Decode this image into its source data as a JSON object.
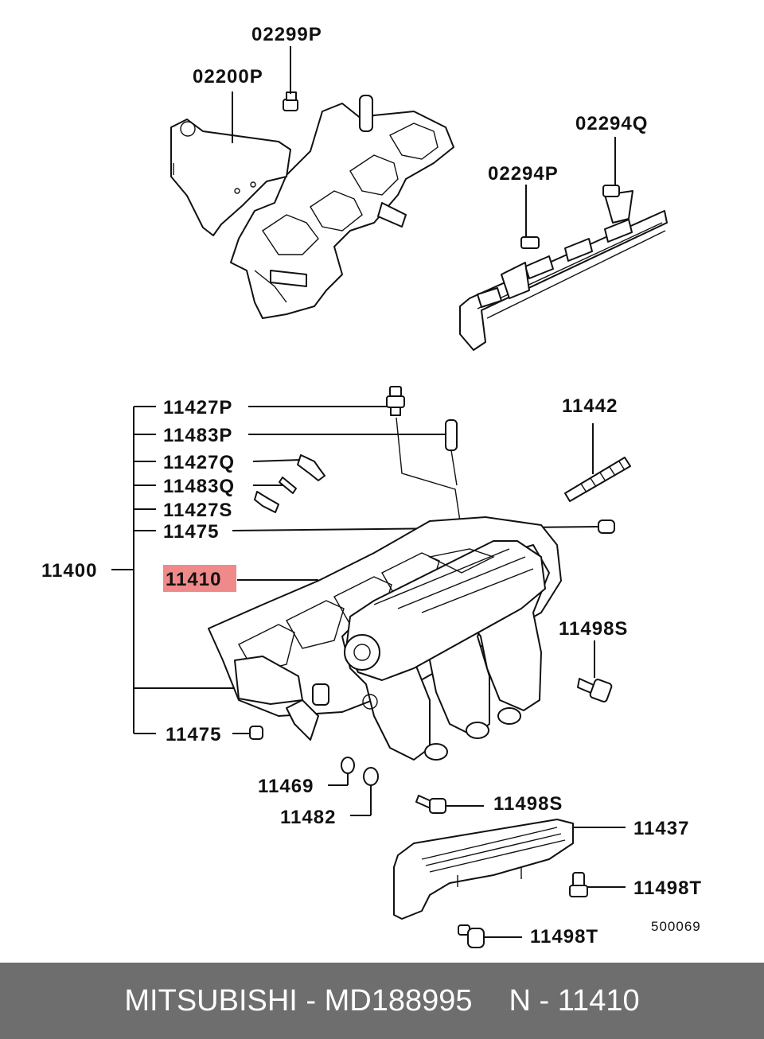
{
  "labels": {
    "l02299P": "02299P",
    "l02200P": "02200P",
    "l02294Q": "02294Q",
    "l02294P": "02294P",
    "l11427P": "11427P",
    "l11483P": "11483P",
    "l11427Q": "11427Q",
    "l11483Q": "11483Q",
    "l11427S": "11427S",
    "l11475a": "11475",
    "l11400": "11400",
    "l11410": "11410",
    "l11442": "11442",
    "l11498Sa": "11498S",
    "l11475b": "11475",
    "l11469": "11469",
    "l11482": "11482",
    "l11498Sb": "11498S",
    "l11437": "11437",
    "l11498Ta": "11498T",
    "l11498Tb": "11498T"
  },
  "diagram_code": "500069",
  "highlight_color": "#f08a8a",
  "footer": {
    "brand": "MITSUBISHI - MD188995",
    "part": "N - 11410"
  }
}
